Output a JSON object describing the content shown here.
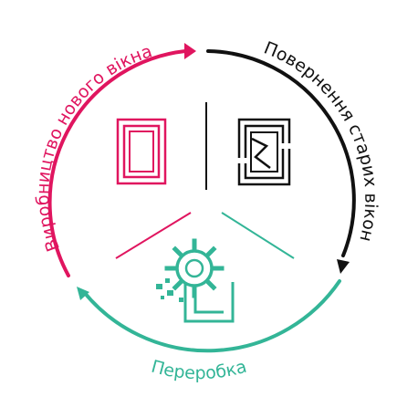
{
  "labels": {
    "production": "Виробництво нового вікна",
    "return": "Повернення старих вікон",
    "recycling": "Переробка"
  },
  "colors": {
    "production": "#e0155f",
    "return": "#111111",
    "recycling": "#33b597"
  },
  "icons": {
    "new_window": "new-window-icon",
    "broken_window": "broken-window-icon",
    "recycling": "recycling-gear-icon"
  }
}
